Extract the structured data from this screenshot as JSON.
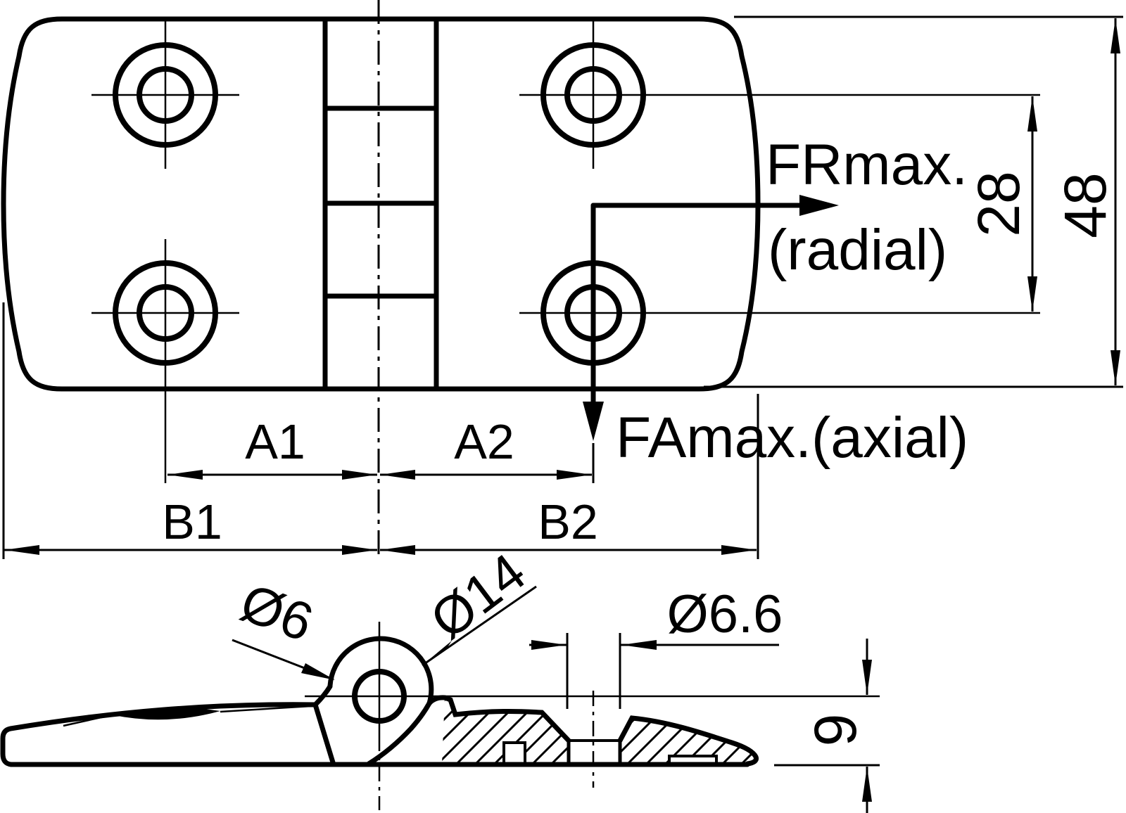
{
  "drawing": {
    "dimensions": {
      "a1": "A1",
      "a2": "A2",
      "b1": "B1",
      "b2": "B2",
      "hole_row_spacing": "28",
      "overall_height": "48",
      "leaf_thickness": "9",
      "pin_diameter": "Ø6",
      "knuckle_diameter": "Ø14",
      "mount_hole_diameter": "Ø6.6"
    },
    "forces": {
      "radial_label": "FRmax.",
      "radial_note": "(radial)",
      "axial_label": "FAmax.(axial)"
    },
    "colors": {
      "line": "#000000",
      "background": "#ffffff"
    }
  }
}
